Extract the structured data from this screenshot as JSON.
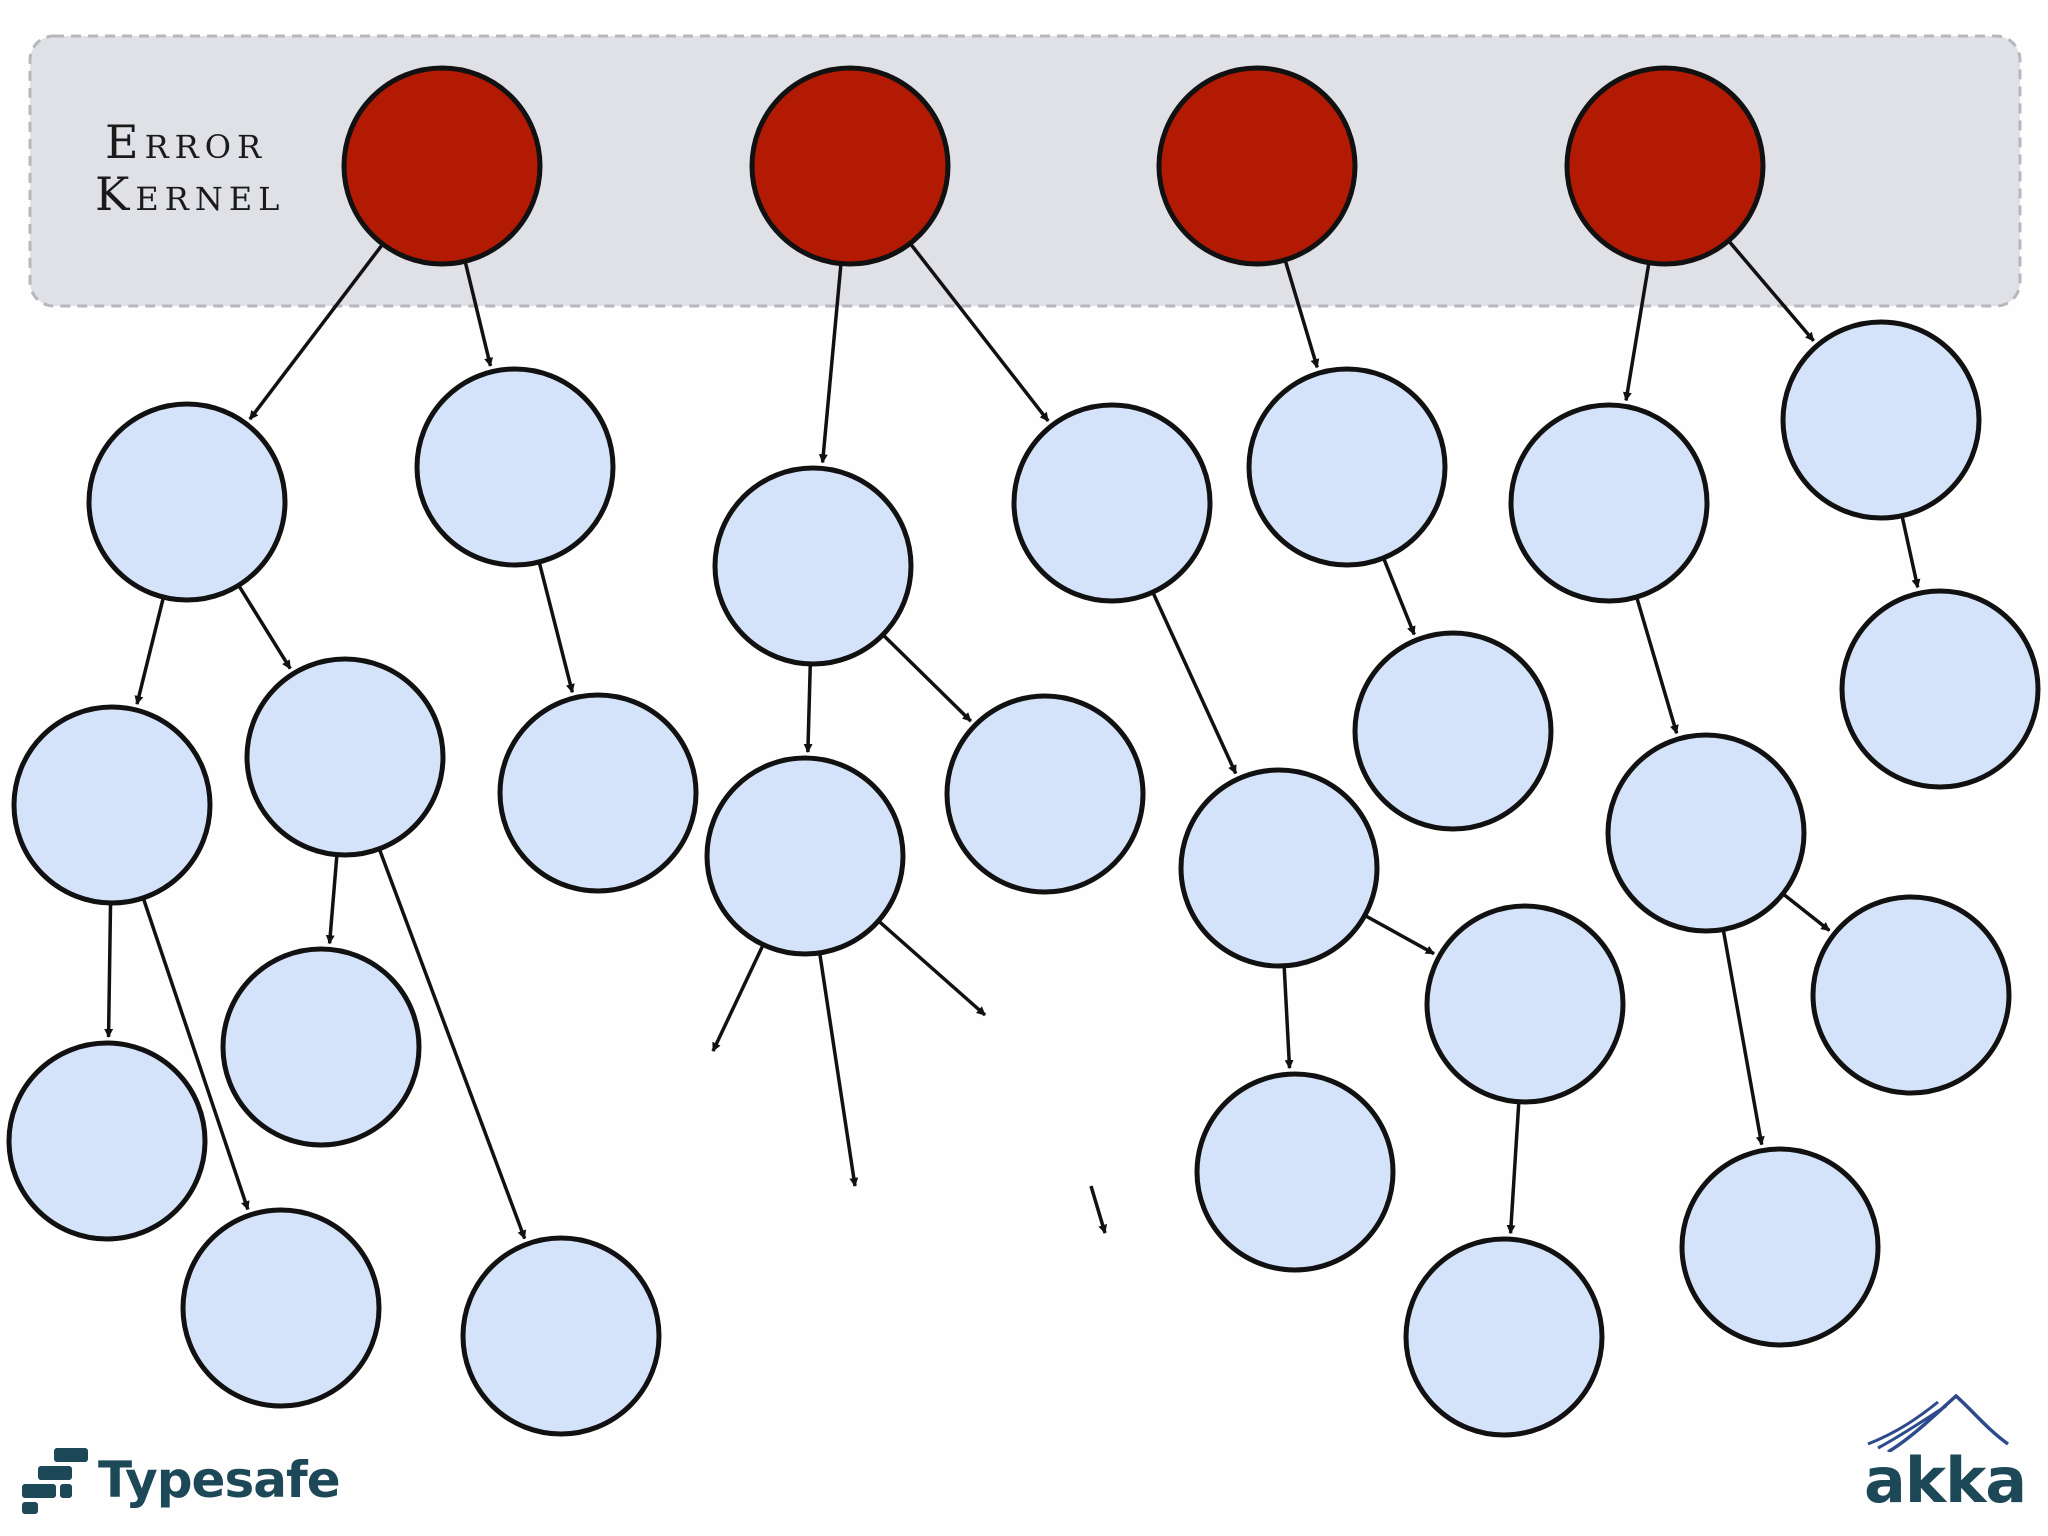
{
  "error_kernel": {
    "line1": "Error",
    "line2": "Kernel"
  },
  "colors": {
    "kernel_node": "#b31a04",
    "child_node": "#d5e3fa",
    "node_stroke": "#111111",
    "kernel_box": "#dfe1e6",
    "brand": "#1d4858",
    "akka_mountain": "#2c4a8c"
  },
  "logos": {
    "typesafe": "Typesafe",
    "akka": "akka"
  }
}
